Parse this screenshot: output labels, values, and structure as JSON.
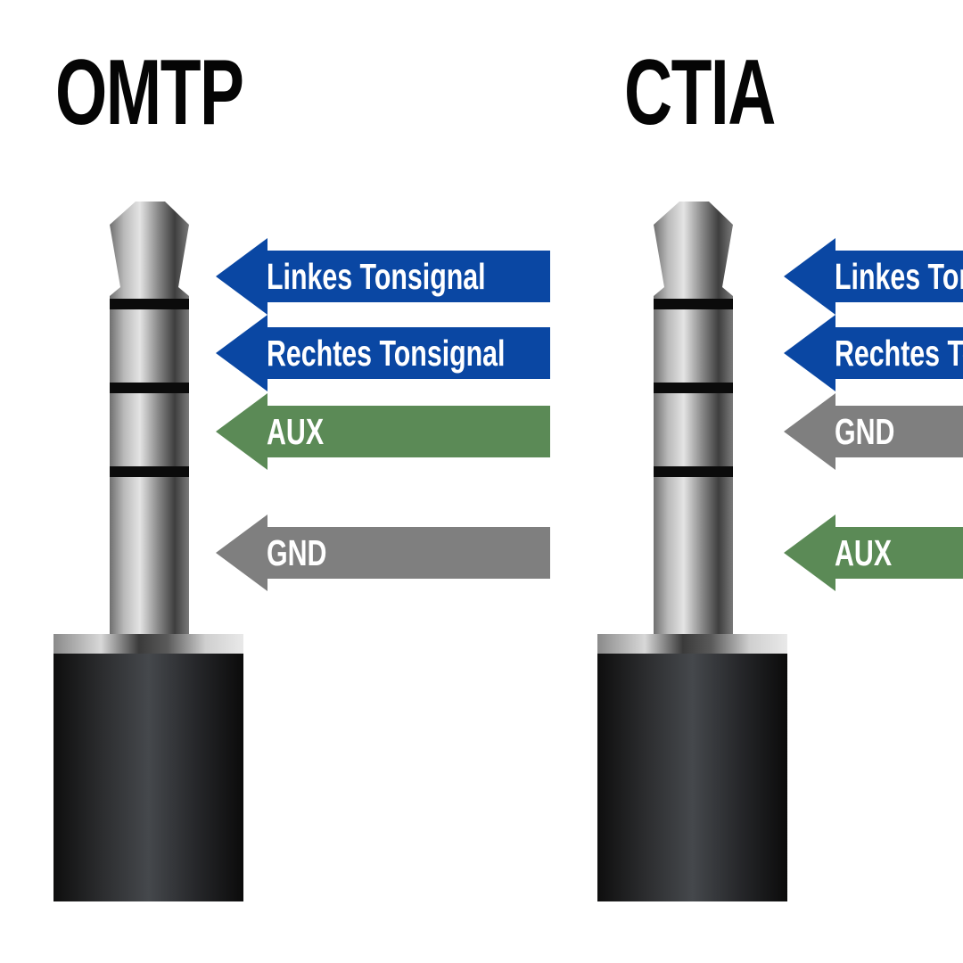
{
  "panels": [
    {
      "title": "OMTP",
      "labels": [
        {
          "text": "Linkes Tonsignal",
          "color": "blue"
        },
        {
          "text": "Rechtes Tonsignal",
          "color": "blue"
        },
        {
          "text": "AUX",
          "color": "green"
        },
        {
          "text": "GND",
          "color": "gray"
        }
      ]
    },
    {
      "title": "CTIA",
      "labels": [
        {
          "text": "Linkes Tonsignal",
          "color": "blue"
        },
        {
          "text": "Rechtes Tonsignal",
          "color": "blue"
        },
        {
          "text": "GND",
          "color": "gray"
        },
        {
          "text": "AUX",
          "color": "green"
        }
      ]
    }
  ],
  "colors": {
    "blue": "#0a47a3",
    "green": "#5b8a56",
    "gray": "#7f7f7f",
    "title": "#050505"
  }
}
